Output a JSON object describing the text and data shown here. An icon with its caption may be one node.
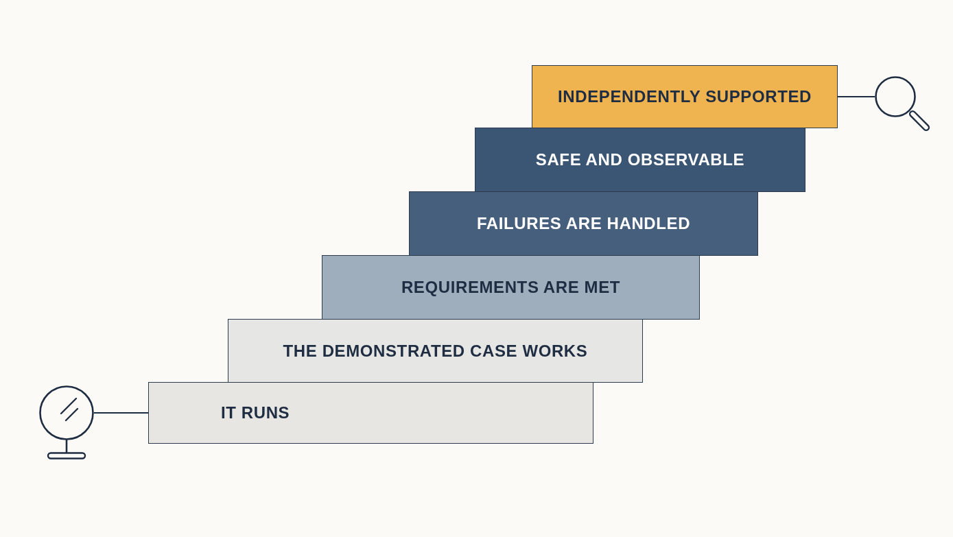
{
  "diagram": {
    "nodes": [
      {
        "text": [
          "INDEPENDENTLY SUPPORTED"
        ]
      },
      {
        "text": [],
        "shape": "circle"
      },
      {
        "text": [
          "SAFE AND OBSERVABLE"
        ]
      },
      {
        "text": [
          "FAILURES ARE HANDLED"
        ]
      },
      {
        "text": [
          "REQUIREMENTS ARE MET"
        ]
      },
      {
        "text": [
          "THE DEMONSTRATED CASE WORKS"
        ]
      },
      {
        "text": [],
        "shape": "picture"
      },
      {
        "text": [
          "IT RUNS"
        ]
      }
    ],
    "edges": [
      {
        "from": 0,
        "to": 1,
        "arrow": "none"
      },
      {
        "from": 6,
        "to": 7,
        "arrow": "none"
      }
    ]
  }
}
